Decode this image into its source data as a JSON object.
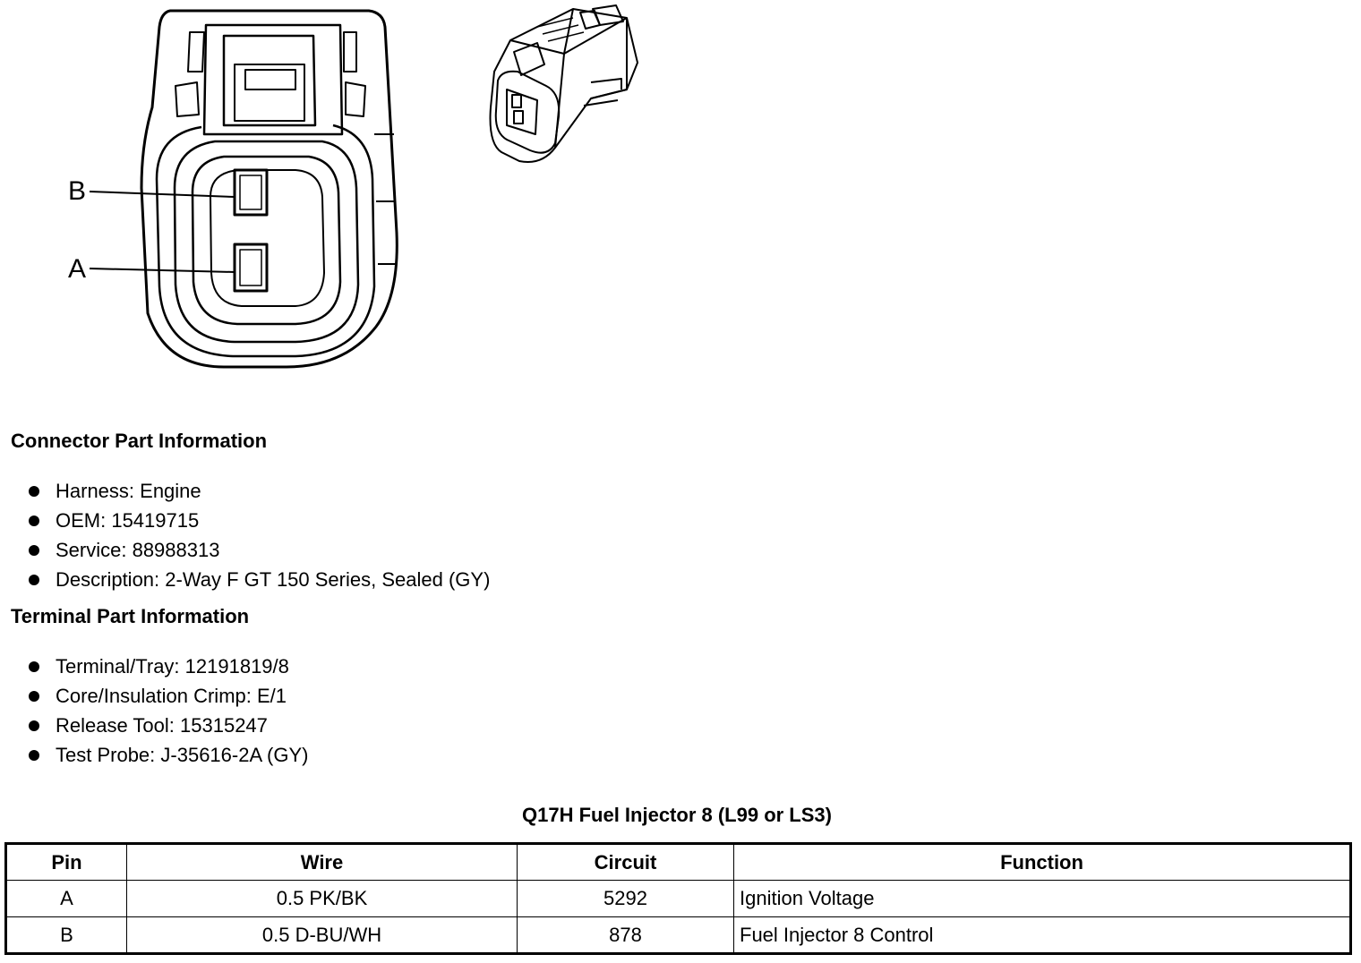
{
  "diagram": {
    "pin_labels": {
      "b": "B",
      "a": "A"
    }
  },
  "connector_info": {
    "heading": "Connector Part Information",
    "items": [
      "Harness: Engine",
      "OEM: 15419715",
      "Service: 88988313",
      "Description: 2-Way F GT 150 Series, Sealed (GY)"
    ]
  },
  "terminal_info": {
    "heading": "Terminal Part Information",
    "items": [
      "Terminal/Tray: 12191819/8",
      "Core/Insulation Crimp: E/1",
      "Release Tool: 15315247",
      "Test Probe: J-35616-2A (GY)"
    ]
  },
  "table": {
    "caption": "Q17H Fuel Injector 8 (L99 or LS3)",
    "headers": {
      "pin": "Pin",
      "wire": "Wire",
      "circuit": "Circuit",
      "function": "Function"
    },
    "rows": [
      {
        "pin": "A",
        "wire": "0.5 PK/BK",
        "circuit": "5292",
        "function": "Ignition Voltage"
      },
      {
        "pin": "B",
        "wire": "0.5 D-BU/WH",
        "circuit": "878",
        "function": "Fuel Injector 8 Control"
      }
    ]
  }
}
